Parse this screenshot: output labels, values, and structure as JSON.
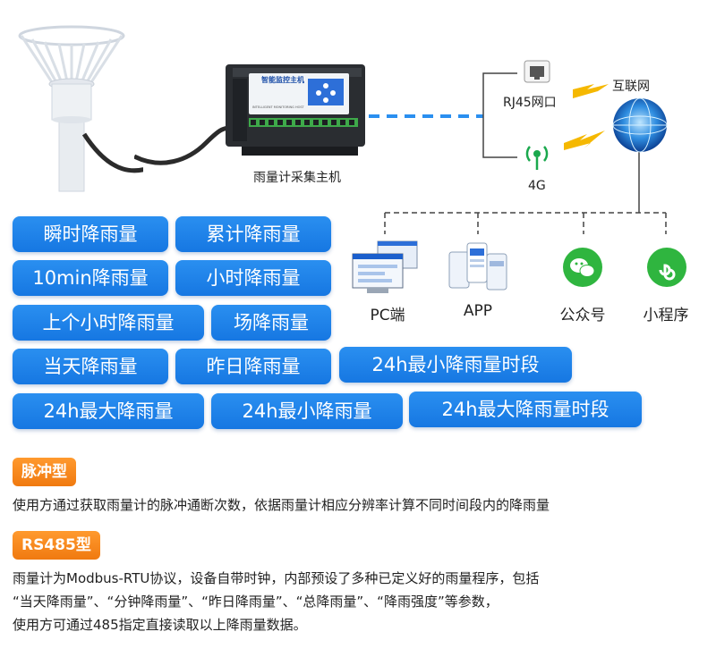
{
  "host_caption": "雨量计采集主机",
  "host_screen_title": "智能监控主机",
  "host_screen_subtitle": "INTELLIGENT MONITORING HOST",
  "network": {
    "rj45_label": "RJ45网口",
    "g4_label": "4G",
    "internet_label": "互联网"
  },
  "clients": [
    {
      "label": "PC端"
    },
    {
      "label": "APP"
    },
    {
      "label": "公众号"
    },
    {
      "label": "小程序"
    }
  ],
  "features": [
    "瞬时降雨量",
    "累计降雨量",
    "10min降雨量",
    "小时降雨量",
    "上个小时降雨量",
    "场降雨量",
    "当天降雨量",
    "昨日降雨量",
    "24h最小降雨量时段",
    "24h最大降雨量",
    "24h最小降雨量",
    "24h最大降雨量时段"
  ],
  "sections": {
    "pulse_title": "脉冲型",
    "pulse_desc": "使用方通过获取雨量计的脉冲通断次数，依据雨量计相应分辨率计算不同时间段内的降雨量",
    "rs485_title": "RS485型",
    "rs485_desc_1": "雨量计为Modbus-RTU协议，设备自带时钟，内部预设了多种已定义好的雨量程序，包括",
    "rs485_desc_2": "“当天降雨量”、“分钟降雨量”、“昨日降雨量”、“总降雨量”、“降雨强度”等参数，",
    "rs485_desc_3": "使用方可通过485指定直接读取以上降雨量数据。"
  },
  "colors": {
    "pill_blue": "#1677e2",
    "tag_orange": "#f07a10",
    "link_dash": "#2a8ff0",
    "lightning": "#f5b800",
    "wechat_green": "#2fb53f"
  }
}
